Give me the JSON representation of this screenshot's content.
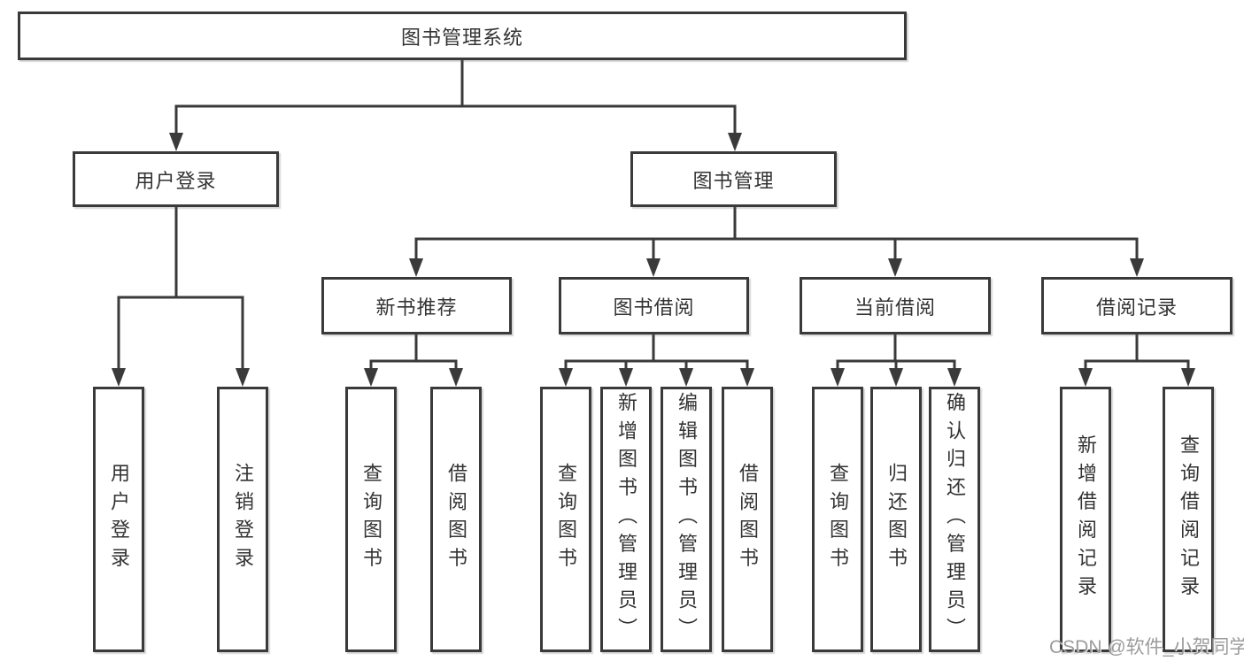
{
  "diagram": {
    "root": {
      "label": "图书管理系统"
    },
    "level2": [
      {
        "label": "用户登录"
      },
      {
        "label": "图书管理"
      }
    ],
    "level3": [
      {
        "label": "新书推荐"
      },
      {
        "label": "图书借阅"
      },
      {
        "label": "当前借阅"
      },
      {
        "label": "借阅记录"
      }
    ],
    "leaves": {
      "user_login": [
        {
          "label": "用户登录"
        },
        {
          "label": "注销登录"
        }
      ],
      "new_book_recommend": [
        {
          "label": "查询图书"
        },
        {
          "label": "借阅图书"
        }
      ],
      "book_borrow": [
        {
          "label": "查询图书"
        },
        {
          "label": "新增图书（管理员）"
        },
        {
          "label": "编辑图书（管理员）"
        },
        {
          "label": "借阅图书"
        }
      ],
      "current_borrow": [
        {
          "label": "查询图书"
        },
        {
          "label": "归还图书"
        },
        {
          "label": "确认归还（管理员）"
        }
      ],
      "borrow_record": [
        {
          "label": "新增借阅记录"
        },
        {
          "label": "查询借阅记录"
        }
      ]
    }
  },
  "watermark": {
    "text": "CSDN @软件_小贺同学"
  },
  "colors": {
    "line": "#3a3a3a",
    "border": "#3a3a3a",
    "text": "#333333",
    "background": "#ffffff",
    "watermark": "#969696"
  }
}
